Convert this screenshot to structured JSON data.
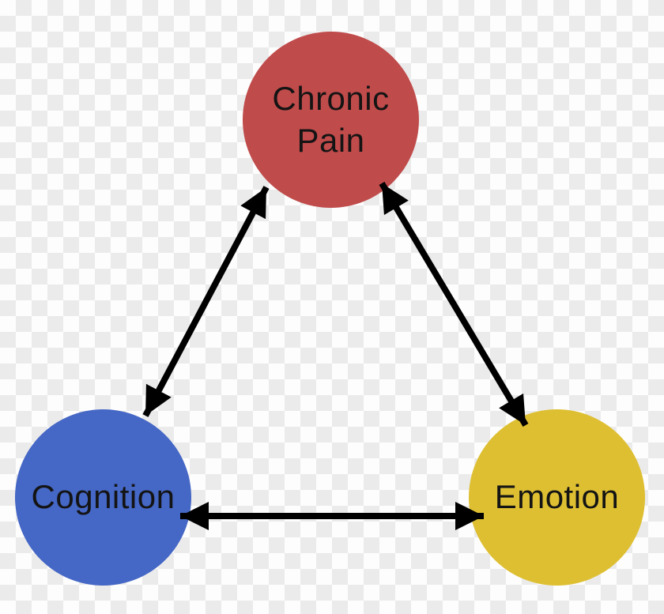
{
  "diagram": {
    "description": "Triangle relationship diagram linking chronic pain, cognition and emotion with bidirectional arrows on a transparency checkerboard background",
    "nodes": [
      {
        "id": "chronic-pain",
        "label": "Chronic Pain",
        "color": "#c04b4b"
      },
      {
        "id": "cognition",
        "label": "Cognition",
        "color": "#4567c5"
      },
      {
        "id": "emotion",
        "label": "Emotion",
        "color": "#debf32"
      }
    ],
    "edges": [
      {
        "from": "chronic-pain",
        "to": "cognition",
        "style": "double-headed-arrow"
      },
      {
        "from": "chronic-pain",
        "to": "emotion",
        "style": "double-headed-arrow"
      },
      {
        "from": "cognition",
        "to": "emotion",
        "style": "double-headed-arrow"
      }
    ],
    "colors": {
      "arrow": "#000000",
      "text": "#141414",
      "checker_light": "#fdfdfd",
      "checker_dark": "#ebebeb"
    }
  }
}
